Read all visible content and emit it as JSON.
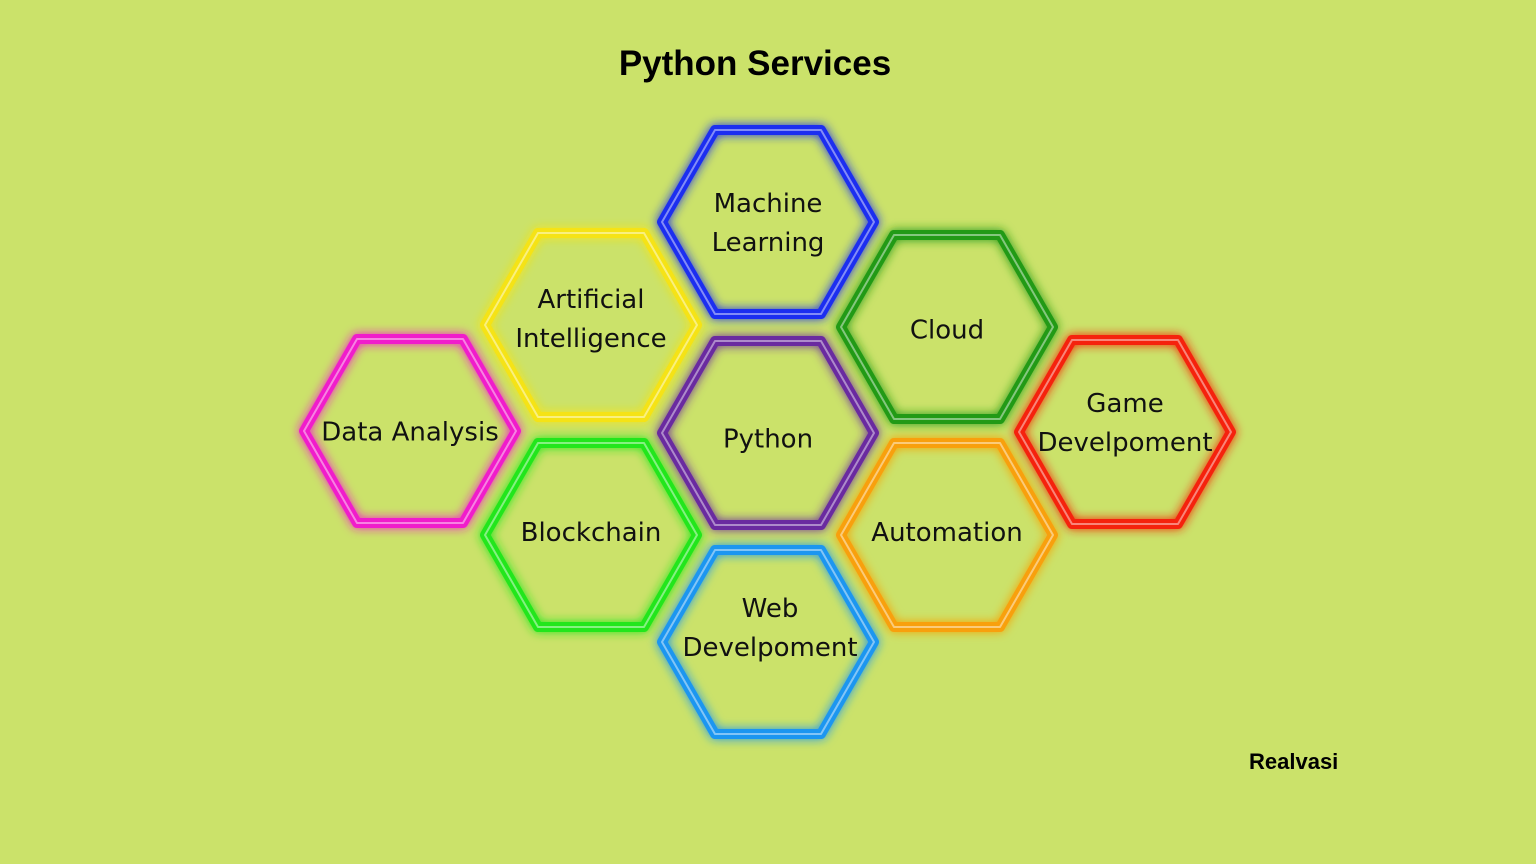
{
  "title": "Python Services",
  "brand": "Realvasi",
  "hexagons": [
    {
      "id": "machine-learning",
      "lines": [
        "Machine",
        "Learning"
      ],
      "color": "#1a2ef0"
    },
    {
      "id": "artificial-intelligence",
      "lines": [
        "Artificial",
        "Intelligence"
      ],
      "color": "#f5e312"
    },
    {
      "id": "cloud",
      "lines": [
        "Cloud"
      ],
      "color": "#229a12"
    },
    {
      "id": "data-analysis",
      "lines": [
        "Data Analysis"
      ],
      "color": "#f01ecb"
    },
    {
      "id": "python",
      "lines": [
        "Python"
      ],
      "color": "#6a2aa0"
    },
    {
      "id": "game-development",
      "lines": [
        "Game",
        "Develpoment"
      ],
      "color": "#f52410"
    },
    {
      "id": "blockchain",
      "lines": [
        "Blockchain"
      ],
      "color": "#22e61a"
    },
    {
      "id": "automation",
      "lines": [
        "Automation"
      ],
      "color": "#f8a00c"
    },
    {
      "id": "web-development",
      "lines": [
        "Web",
        "Develpoment"
      ],
      "color": "#1a96f0"
    }
  ]
}
